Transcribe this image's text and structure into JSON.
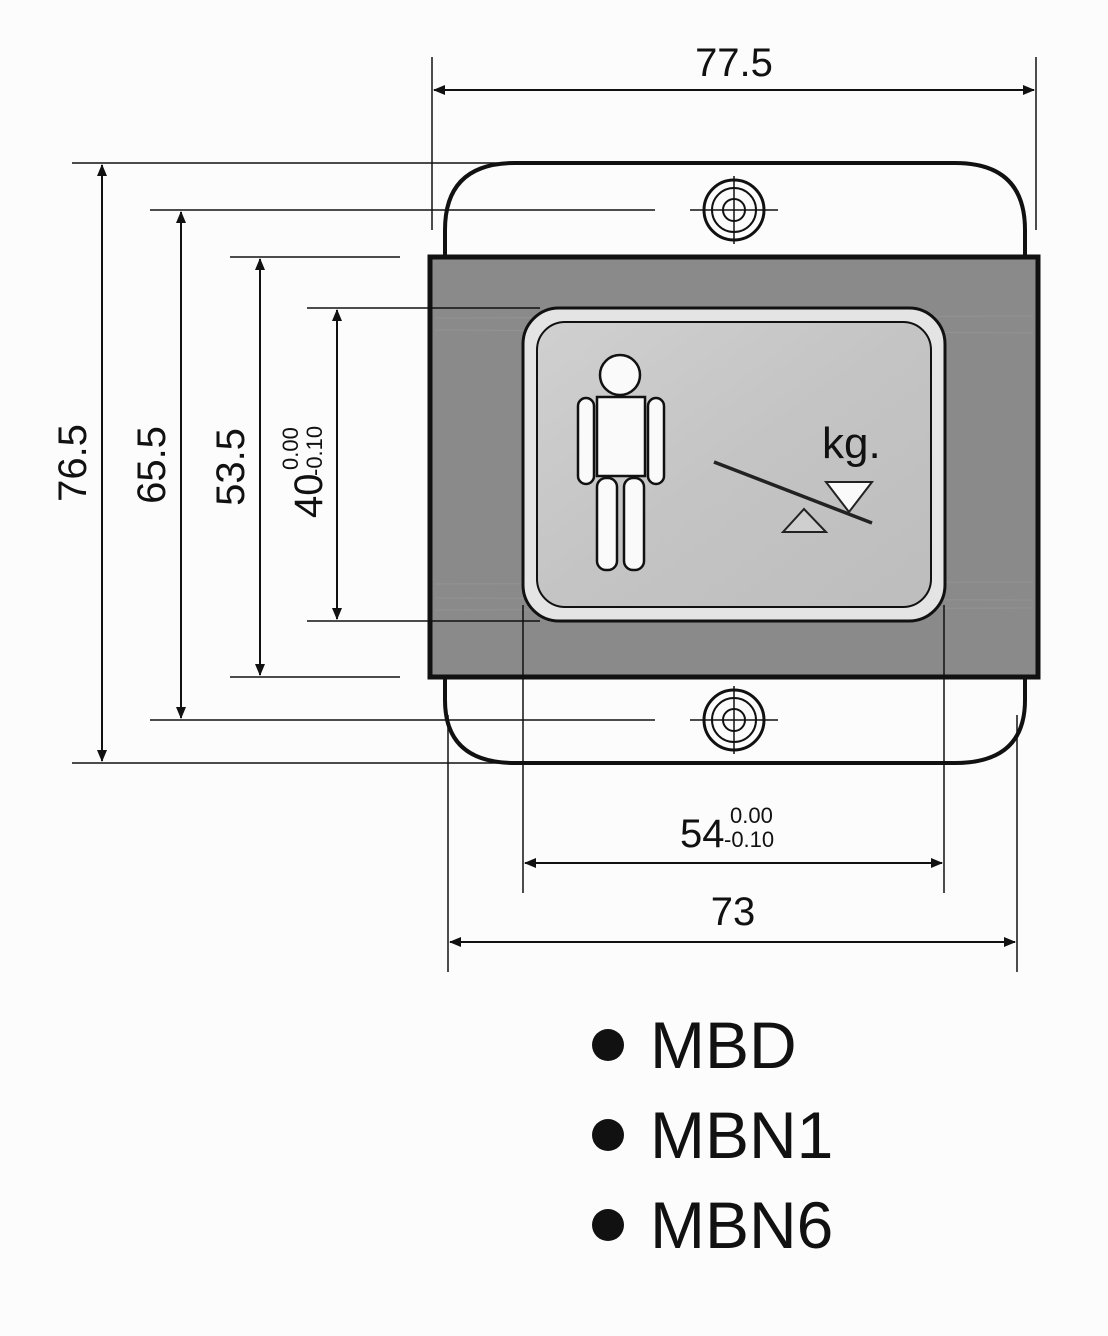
{
  "dimensions": {
    "width_top": "77.5",
    "width_bottom": "73",
    "cutout_width_nominal": "54",
    "cutout_width_tol_upper": "0.00",
    "cutout_width_tol_lower": "-0.10",
    "height_total": "76.5",
    "hole_spacing": "65.5",
    "plate_height": "53.5",
    "cutout_height_nominal": "40",
    "cutout_height_tol_upper": "0.00",
    "cutout_height_tol_lower": "-0.10"
  },
  "label": {
    "unit": "kg."
  },
  "models": [
    "MBD",
    "MBN1",
    "MBN6"
  ]
}
